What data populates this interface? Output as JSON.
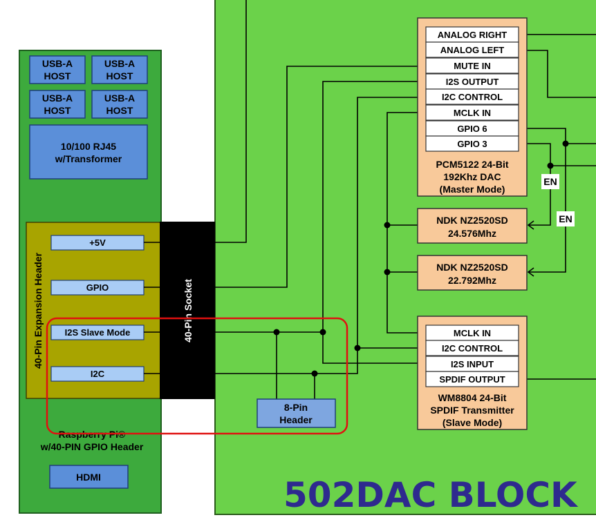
{
  "diagram": {
    "title": "502DAC BLOCK",
    "raspberry_pi": {
      "label_line1": "Raspberry Pi®",
      "label_line2": "w/40-PIN GPIO Header",
      "usb_ports": [
        "USB-A\nHOST",
        "USB-A\nHOST",
        "USB-A\nHOST",
        "USB-A\nHOST"
      ],
      "usb_line1": "USB-A",
      "usb_line2": "HOST",
      "rj45_line1": "10/100 RJ45",
      "rj45_line2": "w/Transformer",
      "hdmi": "HDMI"
    },
    "expansion_header": {
      "label": "40-Pin Expansion Header",
      "pins": [
        "+5V",
        "GPIO",
        "I2S Slave Mode",
        "I2C"
      ]
    },
    "socket": {
      "label": "40-Pin Socket"
    },
    "pin_header": {
      "line1": "8-Pin",
      "line2": "Header"
    },
    "dac": {
      "pins": [
        "ANALOG RIGHT",
        "ANALOG LEFT",
        "MUTE IN",
        "I2S OUTPUT",
        "I2C CONTROL",
        "MCLK IN",
        "GPIO 6",
        "GPIO 3"
      ],
      "line1": "PCM5122 24-Bit",
      "line2": "192Khz DAC",
      "line3": "(Master Mode)"
    },
    "osc1": {
      "line1": "NDK NZ2520SD",
      "line2": "24.576Mhz"
    },
    "osc2": {
      "line1": "NDK NZ2520SD",
      "line2": "22.792Mhz"
    },
    "spdif": {
      "pins": [
        "MCLK IN",
        "I2C CONTROL",
        "I2S INPUT",
        "SPDIF OUTPUT"
      ],
      "line1": "WM8804 24-Bit",
      "line2": "SPDIF Transmitter",
      "line3": "(Slave Mode)"
    },
    "enable_labels": [
      "EN",
      "EN"
    ],
    "colors": {
      "board_green": "#6bd24a",
      "pi_green": "#3daa3d",
      "header_olive": "#a8a400",
      "usb_blue": "#5b8fd9",
      "pin_blue": "#a9ccf5",
      "chip_orange": "#f8c99a",
      "socket_black": "#000000",
      "highlight_red": "#e01010",
      "title_navy": "#2e2a8e"
    }
  }
}
